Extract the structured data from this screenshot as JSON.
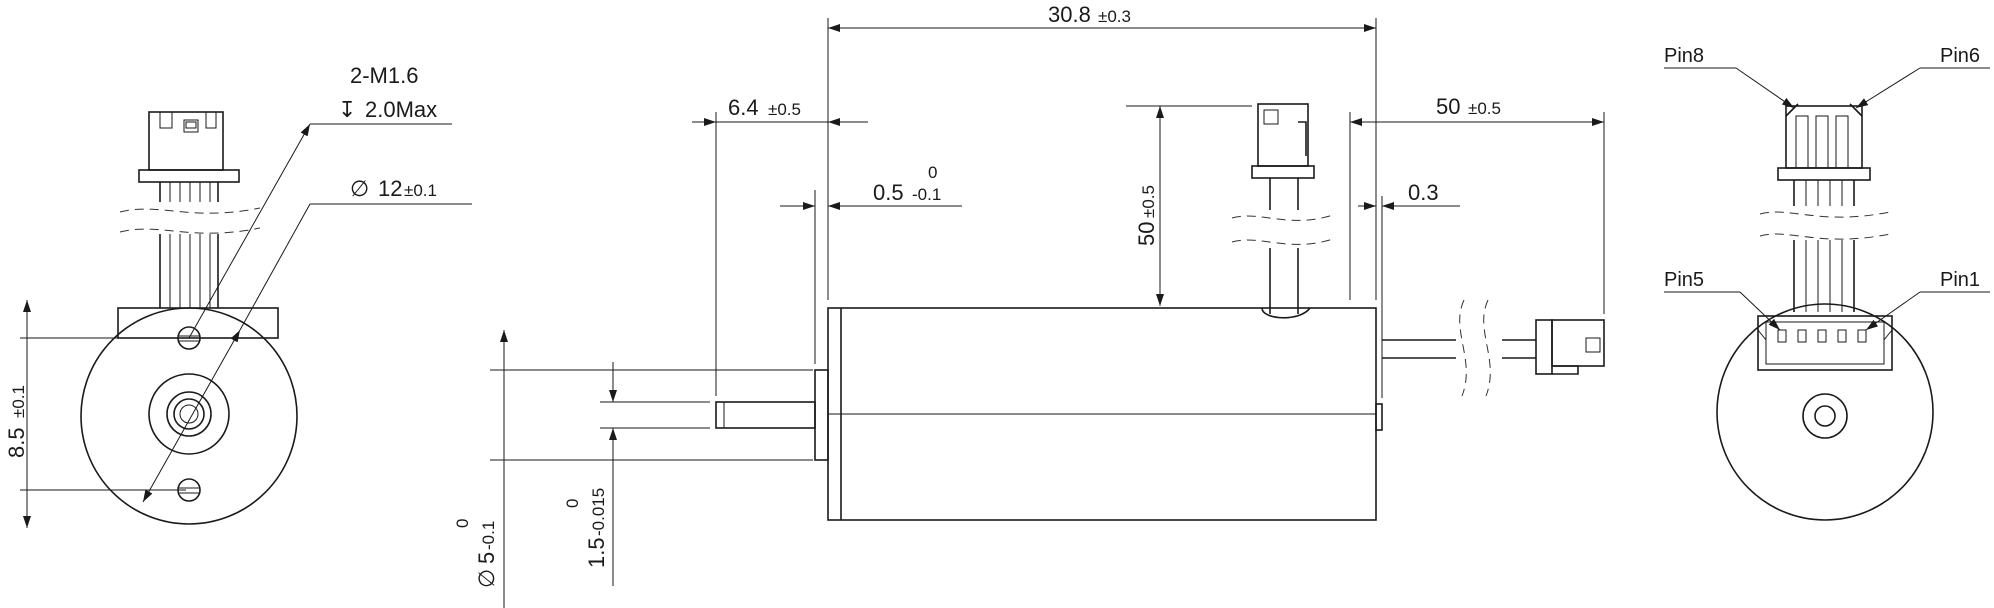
{
  "dimensions": {
    "length": {
      "value": "30.8",
      "tol": "±0.3"
    },
    "shaft_ext": {
      "value": "6.4",
      "tol": "±0.5"
    },
    "flange": {
      "value": "0.5",
      "tol_upper": "0",
      "tol_lower": "-0.1"
    },
    "lead_top": {
      "value": "50",
      "tol": "±0.5"
    },
    "lead_right": {
      "value": "50",
      "tol": "±0.5"
    },
    "gap": {
      "value": "0.3"
    },
    "screw": {
      "thread": "2-M1.6",
      "depth": "2.0Max",
      "depth_symbol": "↧"
    },
    "diameter_body": {
      "symbol": "∅",
      "value": "12",
      "tol": "±0.1"
    },
    "hole_pitch": {
      "value": "8.5",
      "tol": "±0.1"
    },
    "boss_dia": {
      "symbol": "∅",
      "value": "5",
      "tol_upper": "0",
      "tol_lower": "-0.1"
    },
    "shaft_dia": {
      "value": "1.5",
      "tol_upper": "0",
      "tol_lower": "-0.015"
    }
  },
  "pins": {
    "pin8": "Pin8",
    "pin6": "Pin6",
    "pin5": "Pin5",
    "pin1": "Pin1"
  }
}
